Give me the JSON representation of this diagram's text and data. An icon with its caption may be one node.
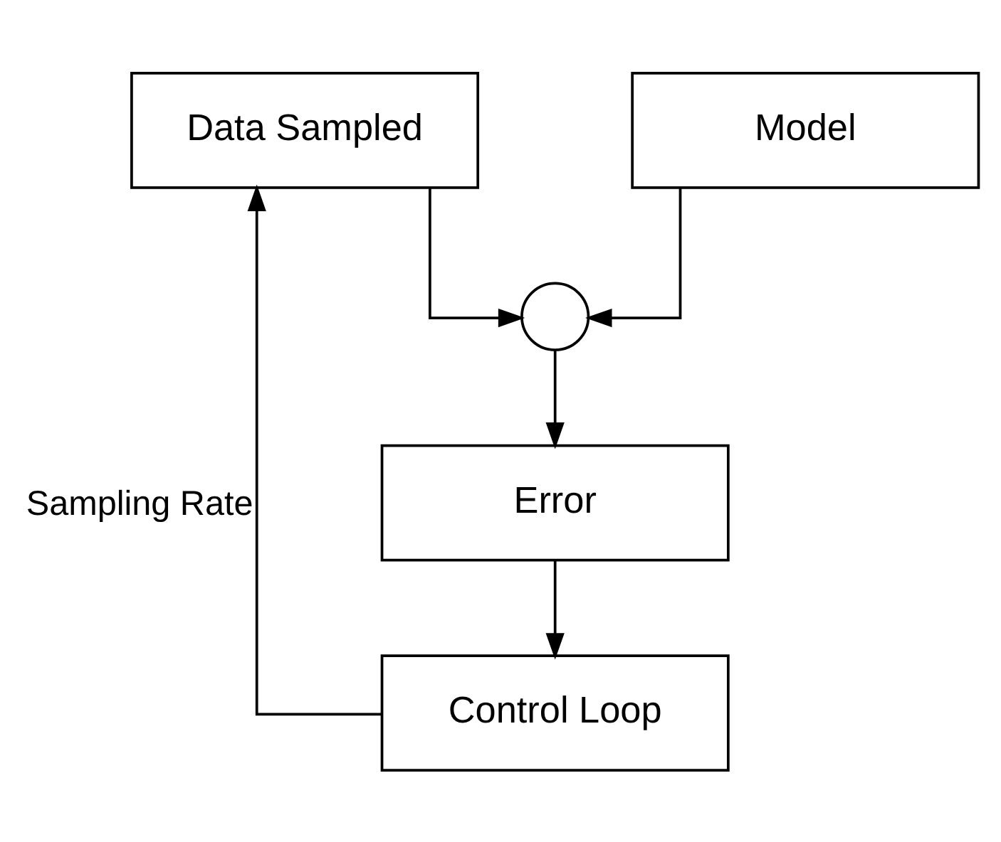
{
  "diagram": {
    "nodes": [
      {
        "text": [
          "Data Sampled"
        ]
      },
      {
        "text": [
          "Model"
        ]
      },
      {
        "text": [],
        "shape": "circle"
      },
      {
        "text": [
          "Error"
        ]
      },
      {
        "text": [
          "Control Loop"
        ]
      }
    ],
    "edges": [
      {
        "from": 0,
        "to": 2,
        "arrow": "to"
      },
      {
        "from": 1,
        "to": 2,
        "arrow": "to"
      },
      {
        "from": 2,
        "to": 3,
        "arrow": "to"
      },
      {
        "from": 3,
        "to": 4,
        "arrow": "to"
      },
      {
        "from": 4,
        "to": 0,
        "arrow": "to",
        "label": "Sampling Rate"
      }
    ]
  }
}
